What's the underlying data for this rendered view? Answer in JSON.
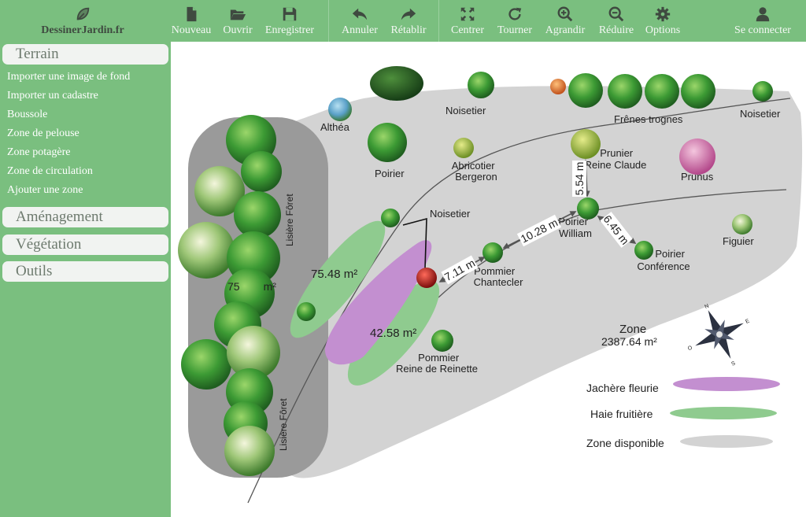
{
  "brand": {
    "name": "DessinerJardin.fr",
    "icon": "leaf-icon"
  },
  "toolbar": {
    "new": "Nouveau",
    "open": "Ouvrir",
    "save": "Enregistrer",
    "undo": "Annuler",
    "redo": "Rétablir",
    "center": "Centrer",
    "rotate": "Tourner",
    "zoom_in": "Agrandir",
    "zoom_out": "Réduire",
    "options": "Options",
    "login": "Se connecter"
  },
  "sidebar": {
    "sections": [
      "Terrain",
      "Aménagement",
      "Végétation",
      "Outils"
    ],
    "terrain_items": [
      "Importer une image de fond",
      "Importer un cadastre",
      "Boussole",
      "Zone de pelouse",
      "Zone potagère",
      "Zone de circulation",
      "Ajouter une zone"
    ]
  },
  "plan": {
    "forest_label_top": "Lisière Fôret",
    "forest_label_bottom": "Lisière Fôret",
    "area_forest": "75",
    "area_forest_unit": "m²",
    "area_hedge1": "75.48 m²",
    "area_hedge2": "42.58 m²",
    "zone_label": "Zone",
    "zone_area": "2387.64 m²",
    "dist_1": "7.11 m",
    "dist_2": "10.28 m",
    "dist_3": "5.54 m",
    "dist_4": "6.45 m",
    "plants": {
      "althea": "Althéa",
      "noisetier_top": "Noisetier",
      "frenes": "Frênes trognes",
      "noisetier_right": "Noisetier",
      "poirier": "Poirier",
      "abricotier_1": "Abricotier",
      "abricotier_2": "Bergeron",
      "prunier_1": "Prunier",
      "prunier_2": "Reine Claude",
      "prunus": "Prunus",
      "noisetier_mid": "Noisetier",
      "poirier_william_1": "Poirier",
      "poirier_william_2": "William",
      "pommier_ch_1": "Pommier",
      "pommier_ch_2": "Chantecler",
      "poirier_conf_1": "Poirier",
      "poirier_conf_2": "Conférence",
      "figuier": "Figuier",
      "pommier_rr_1": "Pommier",
      "pommier_rr_2": "Reine de Reinette"
    },
    "legend": {
      "jachere": "Jachère fleurie",
      "haie": "Haie  fruitière",
      "zone": "Zone disponible"
    },
    "compass_letters": [
      "N",
      "E",
      "S",
      "O"
    ]
  },
  "colors": {
    "ui_green": "#7abf7f",
    "zone_gray": "#d3d3d3",
    "forest_gray": "#9a9a9a",
    "hedge_green": "#8fcb8f",
    "meadow_purple": "#c38fd0"
  }
}
